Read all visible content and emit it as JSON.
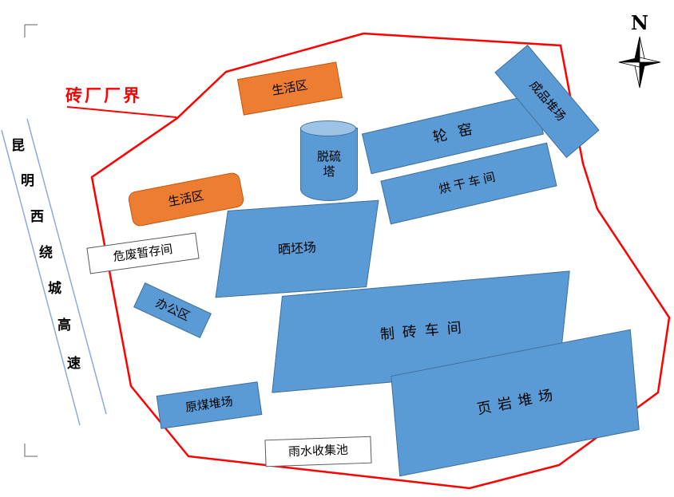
{
  "boundary": {
    "label": "砖厂厂界"
  },
  "compass": {
    "label": "N"
  },
  "road": {
    "name": "昆明西绕城高速",
    "chars": [
      "昆",
      "明",
      "西",
      "绕",
      "城",
      "高",
      "速"
    ]
  },
  "areas": {
    "living_top": {
      "label": "生活区"
    },
    "living_left": {
      "label": "生活区"
    },
    "tower": {
      "line1": "脱硫",
      "line2": "塔"
    },
    "ring_kiln": {
      "label": "轮窑"
    },
    "product_yard": {
      "label": "成品堆场"
    },
    "drying_workshop": {
      "label": "烘干车间"
    },
    "brick_field": {
      "label": "晒坯场"
    },
    "hazwaste": {
      "label": "危废暂存间"
    },
    "office": {
      "label": "办公区"
    },
    "brick_workshop": {
      "label": "制砖车间"
    },
    "shale_yard": {
      "label": "页岩堆场"
    },
    "coal_yard": {
      "label": "原煤堆场"
    },
    "rain_pool": {
      "label": "雨水收集池"
    }
  },
  "colors": {
    "building_fill": "#5B9BD5",
    "building_border": "#41719C",
    "tower_top_fill": "#9DC3E6",
    "living_fill": "#ED7D31",
    "living_border": "#C55A11",
    "boundary_line": "#FF0000",
    "road_line": "#8EAADB",
    "crop_mark": "#808080",
    "label_text": "#000000"
  }
}
